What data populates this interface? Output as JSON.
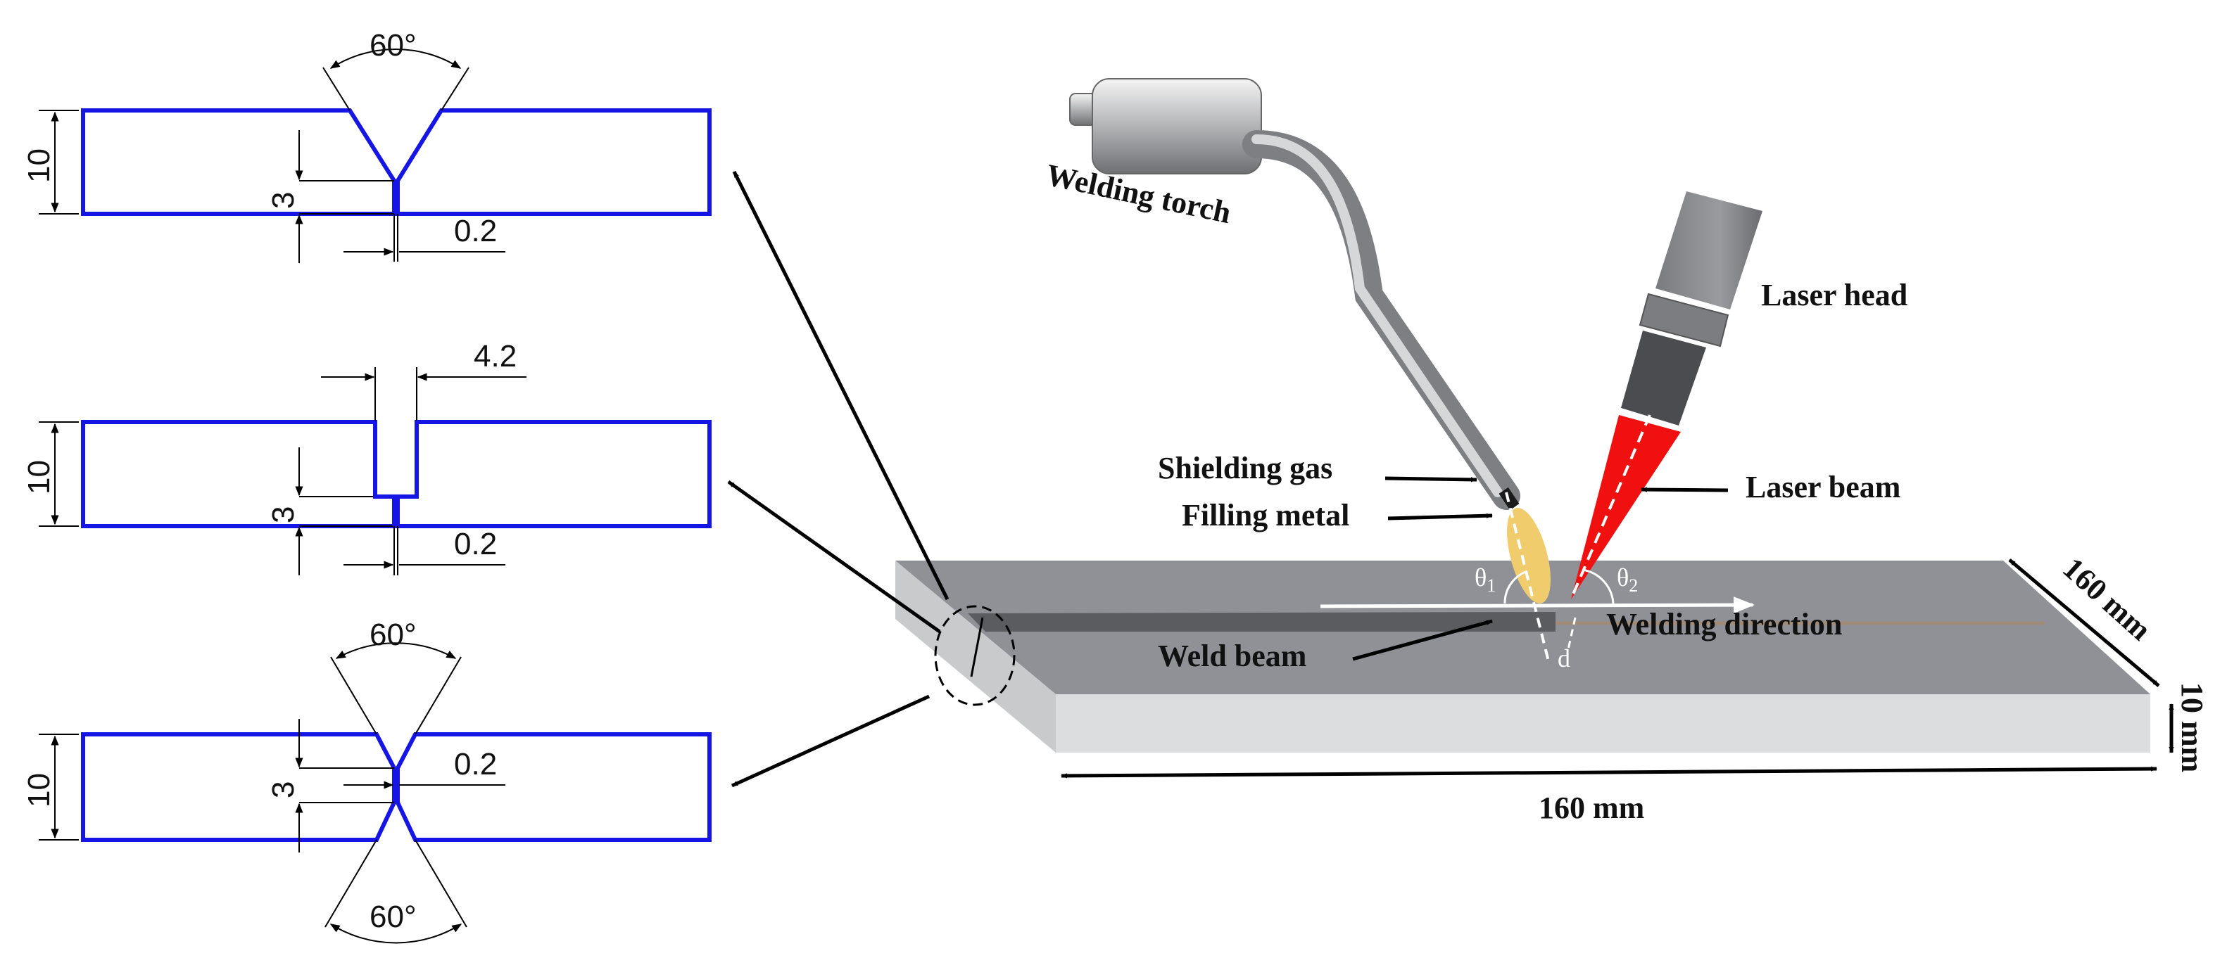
{
  "sections": {
    "single_v": {
      "thickness": "10",
      "root_face": "3",
      "root_gap": "0.2",
      "groove_angle": "60°"
    },
    "u_groove": {
      "thickness": "10",
      "root_face": "3",
      "root_gap": "0.2",
      "groove_width": "4.2"
    },
    "double_v": {
      "thickness": "10",
      "root_face": "3",
      "root_gap": "0.2",
      "top_angle": "60°",
      "bottom_angle": "60°"
    }
  },
  "setup": {
    "welding_torch": "Welding torch",
    "laser_head": "Laser head",
    "shielding_gas": "Shielding gas",
    "filling_metal": "Filling metal",
    "laser_beam": "Laser beam",
    "weld_beam": "Weld beam",
    "welding_direction": "Welding direction",
    "theta1": "θ",
    "theta1_sub": "1",
    "theta2": "θ",
    "theta2_sub": "2",
    "d": "d",
    "plate_length": "160 mm",
    "plate_width": "160 mm",
    "plate_thickness": "10 mm"
  },
  "colors": {
    "section_outline": "#1515e6",
    "plate_top": "#8f9197",
    "plate_side": "#dcdddf",
    "laser_beam": "#f01010",
    "filler": "#f1cc6c"
  }
}
